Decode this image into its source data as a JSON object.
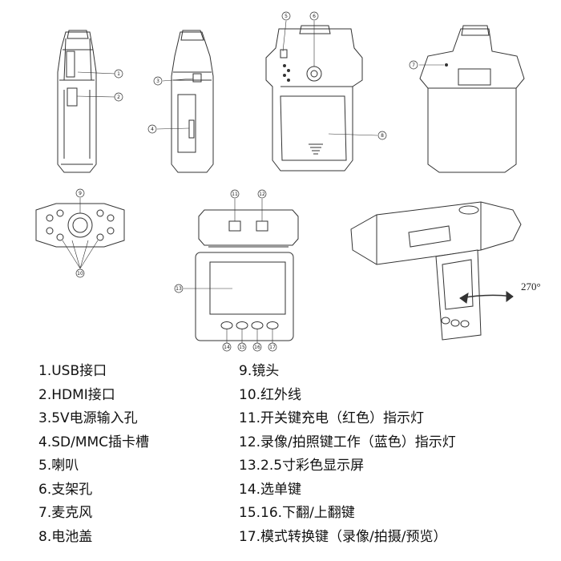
{
  "diagram": {
    "rotation_label": "270°",
    "callouts": {
      "front_left_1": "1",
      "front_left_2": "2",
      "side_3": "3",
      "side_4": "4",
      "back_5": "5",
      "back_6": "6",
      "back_8": "8",
      "right_7": "7",
      "top_9": "9",
      "top_10": "10",
      "lcd_11": "11",
      "lcd_12": "12",
      "lcd_13": "13",
      "btn_14": "14",
      "btn_15": "15",
      "btn_16": "16",
      "btn_17": "17"
    }
  },
  "legend": {
    "left": [
      "1.USB接口",
      "2.HDMI接口",
      "3.5V电源输入孔",
      "4.SD/MMC插卡槽",
      "5.喇叭",
      "6.支架孔",
      "7.麦克风",
      "8.电池盖"
    ],
    "right": [
      "9.镜头",
      "10.红外线",
      "11.开关键充电（红色）指示灯",
      "12.录像/拍照键工作（蓝色）指示灯",
      "13.2.5寸彩色显示屏",
      "14.选单键",
      "15.16.下翻/上翻键",
      "17.模式转换键（录像/拍摄/预览）"
    ]
  }
}
